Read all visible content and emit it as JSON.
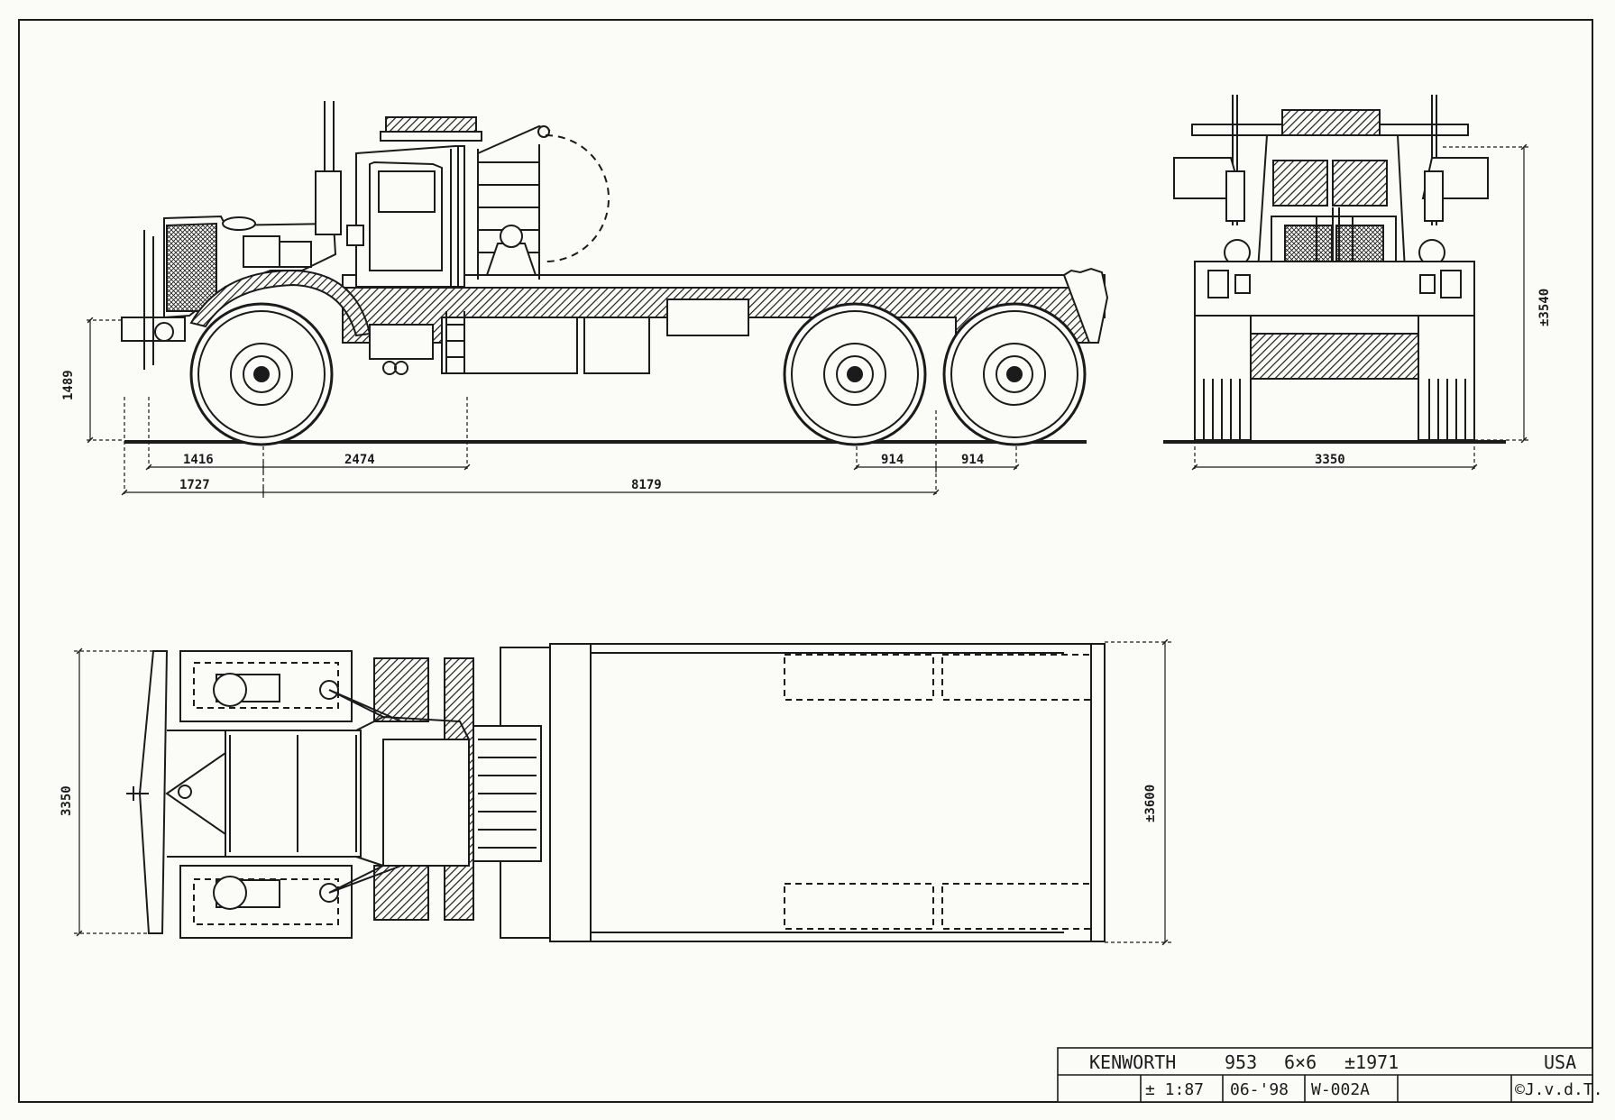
{
  "colors": {
    "paper": "#fbfbf8",
    "ink": "#1b1b1b",
    "background": "#e9e7e3"
  },
  "side_view": {
    "dims": {
      "front_height": "1489",
      "front_overhang": "1416",
      "cab_length": "2474",
      "axle_spacing_1": "914",
      "axle_spacing_2": "914",
      "bumper_to_front_axle": "1727",
      "front_axle_to_tandem": "8179"
    }
  },
  "front_view": {
    "dims": {
      "height": "±3540",
      "width": "3350"
    }
  },
  "top_view": {
    "dims": {
      "cab_width": "3350",
      "bed_width": "±3600"
    }
  },
  "title_block": {
    "make": "KENWORTH",
    "model": "953",
    "drive": "6×6",
    "year": "±1971",
    "country": "USA",
    "scale": "± 1:87",
    "date": "06-'98",
    "code": "W-002A",
    "copyright": "©J.v.d.T."
  }
}
